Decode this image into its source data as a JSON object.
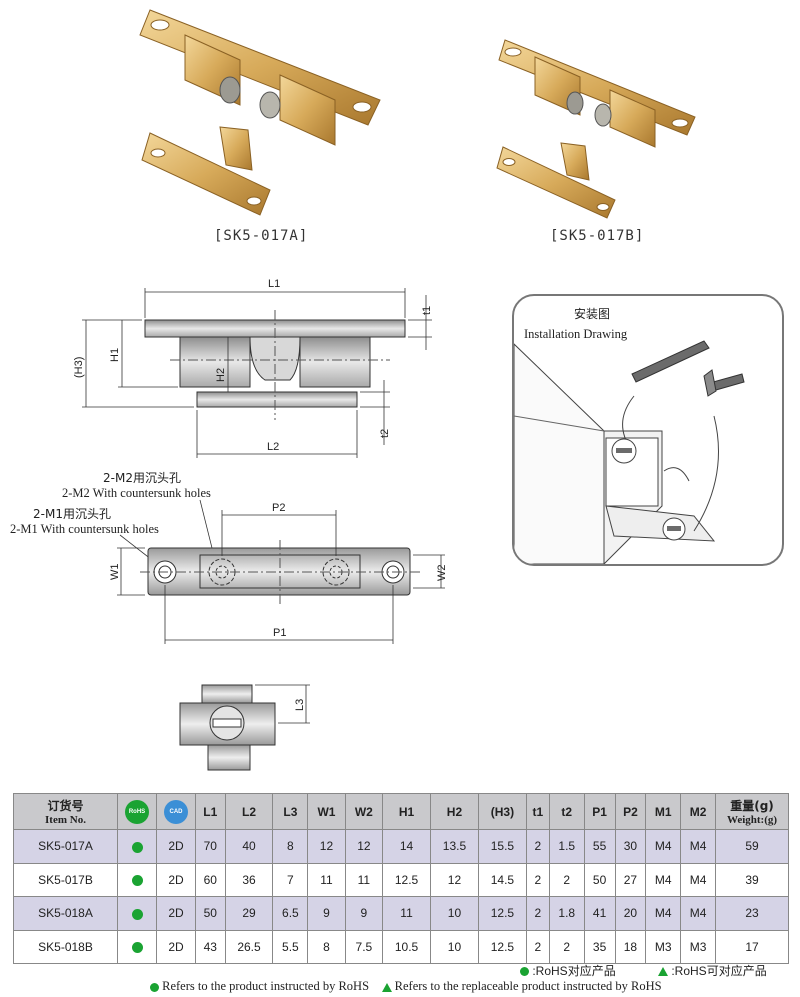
{
  "products": {
    "a_caption": "[SK5-017A]",
    "b_caption": "[SK5-017B]"
  },
  "drawing": {
    "dims": {
      "L1": "L1",
      "L2": "L2",
      "H1": "H1",
      "H2": "H2",
      "H3": "(H3)",
      "t1": "t1",
      "t2": "t2",
      "P1": "P1",
      "P2": "P2",
      "W1": "W1",
      "W2": "W2",
      "L3": "L3"
    },
    "m2_cn": "2-M2用沉头孔",
    "m2_en": "2-M2 With countersunk holes",
    "m1_cn": "2-M1用沉头孔",
    "m1_en": "2-M1 With countersunk holes"
  },
  "install": {
    "title_cn": "安装图",
    "title_en": "Installation Drawing"
  },
  "table": {
    "header": {
      "item_cn": "订货号",
      "item_en": "Item No.",
      "rohs": "RoHS",
      "cad": "CAD",
      "cols": [
        "L1",
        "L2",
        "L3",
        "W1",
        "W2",
        "H1",
        "H2",
        "(H3)",
        "t1",
        "t2",
        "P1",
        "P2",
        "M1",
        "M2"
      ],
      "weight_cn": "重量(g)",
      "weight_en": "Weight:(g)"
    },
    "rows": [
      {
        "item": "SK5-017A",
        "cad": "2D",
        "L1": "70",
        "L2": "40",
        "L3": "8",
        "W1": "12",
        "W2": "12",
        "H1": "14",
        "H2": "13.5",
        "H3": "15.5",
        "t1": "2",
        "t2": "1.5",
        "P1": "55",
        "P2": "30",
        "M1": "M4",
        "M2": "M4",
        "weight": "59"
      },
      {
        "item": "SK5-017B",
        "cad": "2D",
        "L1": "60",
        "L2": "36",
        "L3": "7",
        "W1": "11",
        "W2": "11",
        "H1": "12.5",
        "H2": "12",
        "H3": "14.5",
        "t1": "2",
        "t2": "2",
        "P1": "50",
        "P2": "27",
        "M1": "M4",
        "M2": "M4",
        "weight": "39"
      },
      {
        "item": "SK5-018A",
        "cad": "2D",
        "L1": "50",
        "L2": "29",
        "L3": "6.5",
        "W1": "9",
        "W2": "9",
        "H1": "11",
        "H2": "10",
        "H3": "12.5",
        "t1": "2",
        "t2": "1.8",
        "P1": "41",
        "P2": "20",
        "M1": "M4",
        "M2": "M4",
        "weight": "23"
      },
      {
        "item": "SK5-018B",
        "cad": "2D",
        "L1": "43",
        "L2": "26.5",
        "L3": "5.5",
        "W1": "8",
        "W2": "7.5",
        "H1": "10.5",
        "H2": "10",
        "H3": "12.5",
        "t1": "2",
        "t2": "2",
        "P1": "35",
        "P2": "18",
        "M1": "M3",
        "M2": "M3",
        "weight": "17"
      }
    ]
  },
  "legend": {
    "rohs_cn": ":RoHS对应产品",
    "replace_cn": ":RoHS可对应产品",
    "rohs_en": "Refers to the product instructed by RoHS",
    "replace_en": "Refers to the replaceable product instructed by RoHS"
  },
  "colors": {
    "brass": "#d7aa5a",
    "rohs_green": "#1aa332",
    "cad_blue": "#3b8fd6",
    "shade_row": "#d5d3e6",
    "header_bg": "#c9c9cc"
  }
}
